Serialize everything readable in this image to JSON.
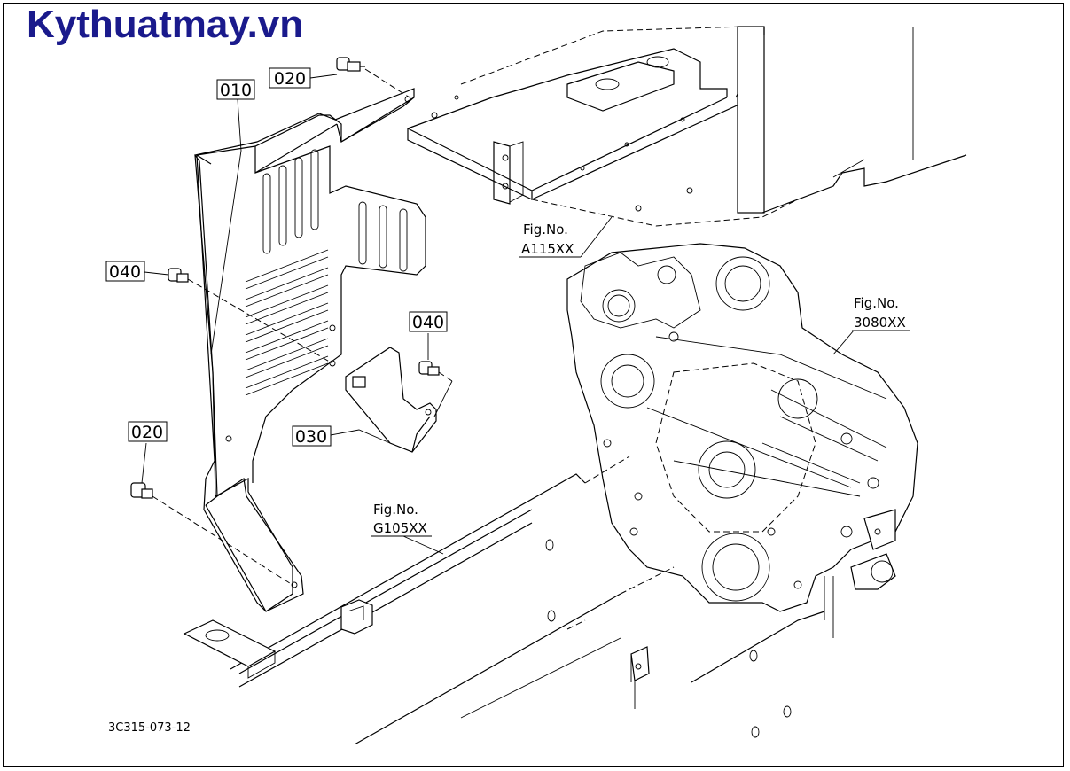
{
  "watermark": "Kythuatmay.vn",
  "parts": {
    "p010": "010",
    "p020_top": "020",
    "p020_left": "020",
    "p030": "030",
    "p040_left": "040",
    "p040_right": "040"
  },
  "figure_refs": {
    "a115": {
      "line1": "Fig.No.",
      "line2": "A115XX"
    },
    "f3080": {
      "line1": "Fig.No.",
      "line2": "3080XX"
    },
    "g105": {
      "line1": "Fig.No.",
      "line2": "G105XX"
    }
  },
  "drawing_code": "3C315-073-12"
}
